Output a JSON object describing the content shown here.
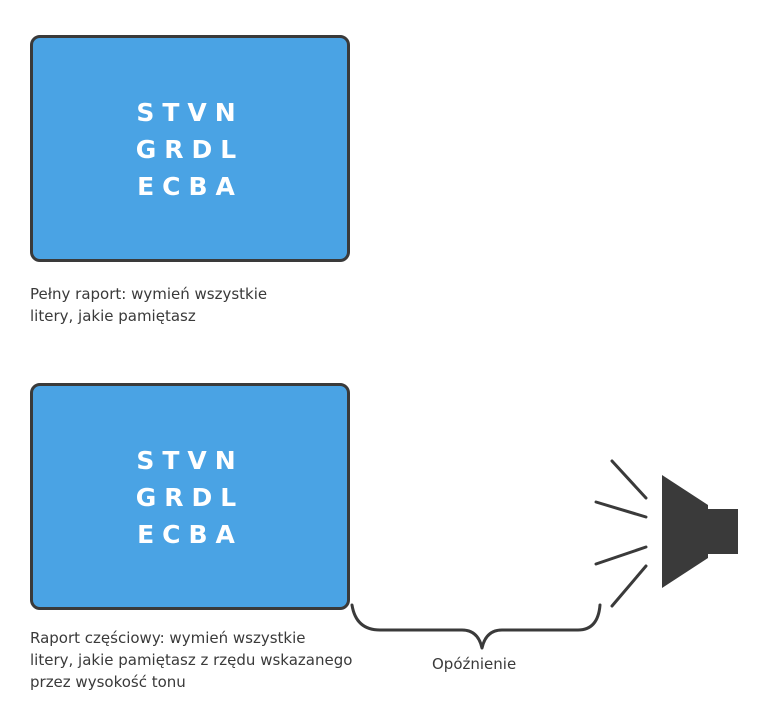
{
  "full_report": {
    "letter_rows": [
      "STVN",
      "GRDL",
      "ECBA"
    ],
    "caption_lines": [
      "Pełny raport: wymień wszystkie",
      "litery, jakie pamiętasz"
    ]
  },
  "partial_report": {
    "letter_rows": [
      "STVN",
      "GRDL",
      "ECBA"
    ],
    "caption_lines": [
      "Raport częściowy: wymień wszystkie",
      "litery, jakie pamiętasz z rzędu wskazanego",
      "przez wysokość tonu"
    ]
  },
  "delay": {
    "label": "Opóźnienie"
  },
  "icons": {
    "speaker": "speaker-icon"
  },
  "colors": {
    "screen_fill": "#4aa3e4",
    "screen_border": "#3a3a3a",
    "letters": "#ffffff",
    "speaker": "#3a3a3a"
  }
}
